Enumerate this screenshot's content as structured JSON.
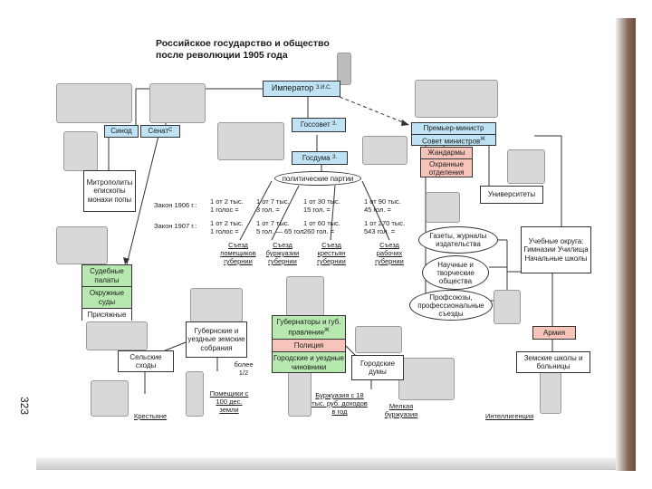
{
  "page_number": "323",
  "title_line1": "Российское государство и общество",
  "title_line2": "после революции 1905 года",
  "boxes": {
    "emperor": "Император",
    "emperor_sup": "З.И.С.",
    "sinod": "Синод",
    "senat": "Сенат",
    "senat_sup": "С",
    "gossovet": "Госсовет",
    "gossovet_sup": "З.",
    "gosduma": "Госдума",
    "gosduma_sup": "З.",
    "premier": "Премьер-министр",
    "sovet_ministrov": "Совет министров",
    "sovet_sup": "Ж",
    "zhandarmy": "Жандармы",
    "okhrannye": "Охранные отделения",
    "universitety": "Университеты",
    "metropolity": "Митрополиты епископы монахи попы",
    "sud_palaty": "Судебные палаты",
    "okr_sudy": "Окружные суды",
    "prisyazhnye": "Присяжные",
    "gubernatory": "Губернаторы и губ. правление",
    "gubernatory_sup": "Ж",
    "policiya": "Полиция",
    "gorodskie_chin": "Городские и уездные чиновники",
    "gub_sobraniya": "Губернские и уездные земские собрания",
    "selskie_skhody": "Сельские сходы",
    "gorodskie_dumy": "Городские думы",
    "uchebnye_okruga": "Учебные округа: Гимназии Училища Начальные школы",
    "armiya": "Армия",
    "zemskie_shkoly": "Земские школы и больницы"
  },
  "ellipses": {
    "parties": "политические партии",
    "gazety": "Газеты, журналы издательства",
    "nauchnye": "Научные и творческие общества",
    "profsoyuzy": "Профсоюзы, профессиональные съезды"
  },
  "laws": {
    "law_1906": "Закон 1906 г.:",
    "law_1907": "Закон 1907 г.:",
    "cols_1906": [
      [
        "1 от 2 тыс.",
        "1 голос ="
      ],
      [
        "1 от 7 тыс.",
        "3 гол. ="
      ],
      [
        "1 от 30 тыс.",
        "15 гол. ="
      ],
      [
        "1 от 90 тыс.",
        "45 гол. ="
      ]
    ],
    "cols_1907": [
      [
        "1 от 2 тыс.",
        "1 голос ="
      ],
      [
        "1 от 7 тыс.",
        "5 гол. — 65 гол."
      ],
      [
        "1 от 60 тыс.",
        "260 гол. ="
      ],
      [
        "1 от 270 тыс.",
        "543 гол. ="
      ]
    ]
  },
  "congresses": [
    "Съезд помещиков губернии",
    "Съезд буржуазии губернии",
    "Съезд крестьян губернии",
    "Съезд рабочих губернии"
  ],
  "bottom_labels": {
    "krestyane": "Крестьяне",
    "pomeshchiki": "Помещики с 100 дес. земли",
    "bolee": "более 1/2",
    "burzhuaziya": "Буржуазия с 18 тыс. руб. доходов в год",
    "melkaya": "Мелкая буржуазия",
    "intelligenciya": "Интеллигенция"
  },
  "colors": {
    "blue_box": "#bfe3f5",
    "green_box": "#b7e8b0",
    "pink_box": "#f6c4b8"
  }
}
